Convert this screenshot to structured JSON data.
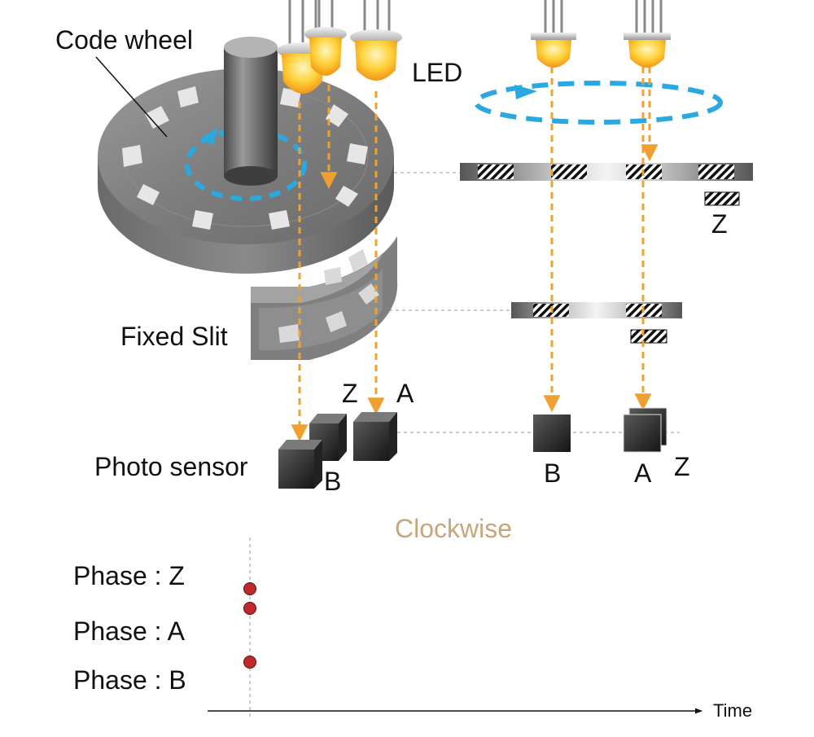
{
  "labels": {
    "code_wheel": "Code wheel",
    "led": "LED",
    "fixed_slit": "Fixed Slit",
    "photo_sensor": "Photo sensor",
    "sensor_z": "Z",
    "sensor_a": "A",
    "sensor_b": "B",
    "right_z_mark": "Z",
    "right_b": "B",
    "right_a": "A",
    "right_z": "Z"
  },
  "timing": {
    "title": "Clockwise",
    "phases": [
      "Phase : Z",
      "Phase : A",
      "Phase : B"
    ],
    "time_label": "Time"
  },
  "colors": {
    "beam": "#f0a030",
    "rotation_arrow": "#2aa8e0",
    "dot": "#c0282a",
    "title": "#c9a67a"
  },
  "icons": {
    "led": "led-bulb-icon",
    "rotation": "rotation-arrow-icon",
    "sensor": "photo-sensor-cube-icon"
  }
}
